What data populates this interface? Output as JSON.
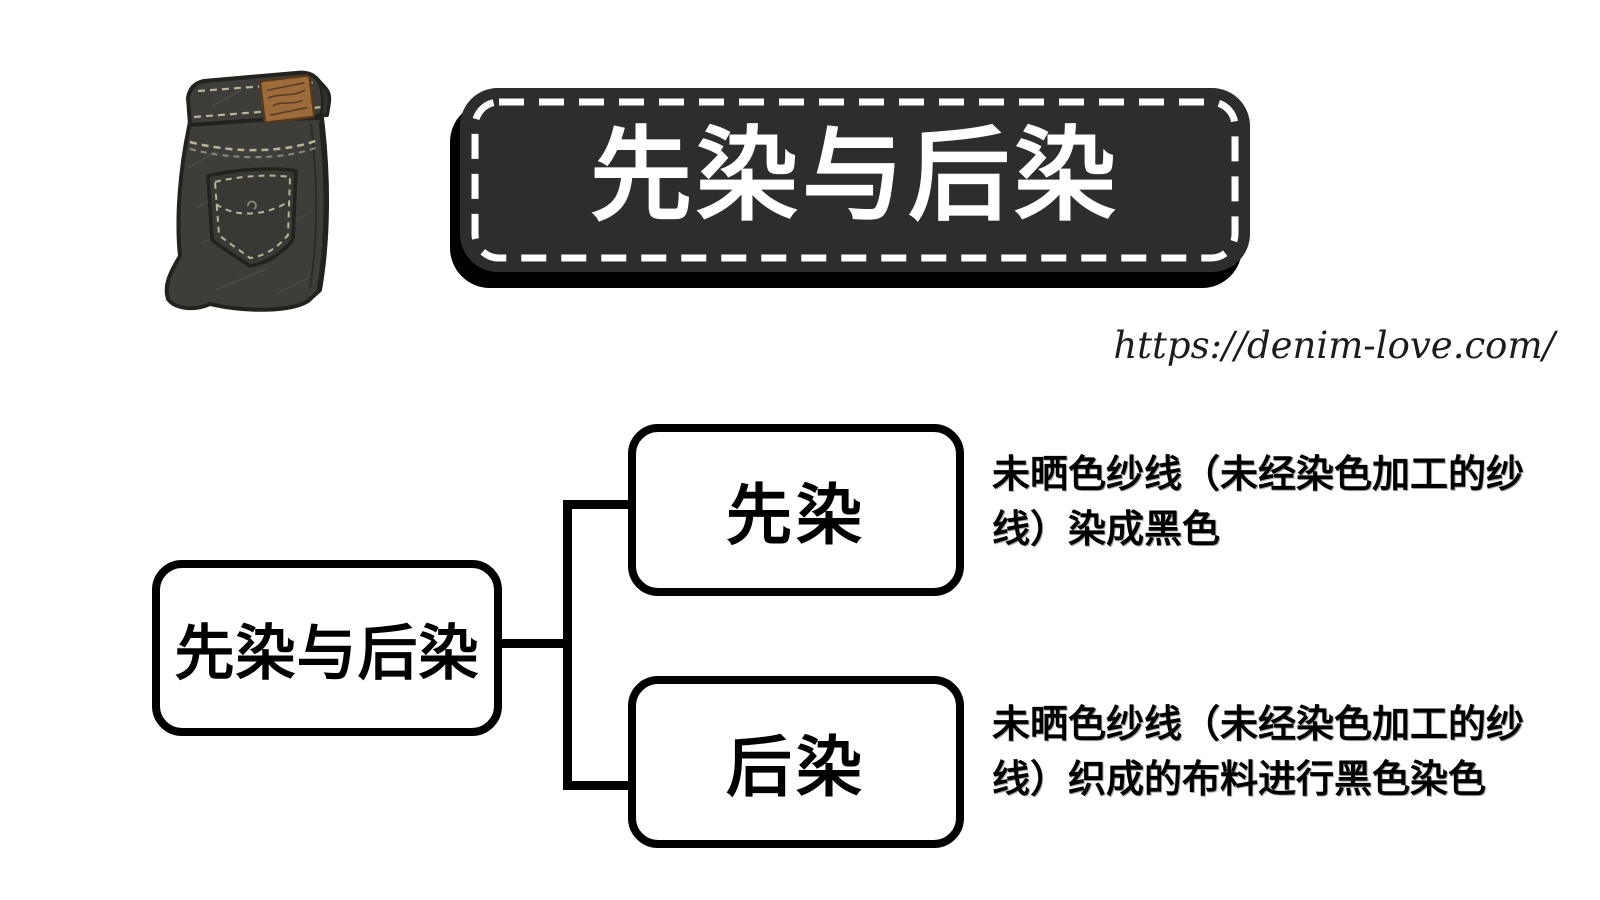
{
  "page": {
    "background": "#ffffff"
  },
  "header": {
    "title": "先染与后染",
    "banner_fill": "#2d2d2d",
    "banner_shadow": "#000000",
    "banner_dash_color": "#ffffff",
    "title_color": "#ffffff",
    "url": "https://denim-love.com/"
  },
  "illustration": {
    "name": "folded-black-jeans",
    "body_color": "#3e3d39",
    "outline_color": "#23221e",
    "stitch_color": "#b9b29c",
    "patch_color": "#9c6b3b"
  },
  "diagram": {
    "type": "mindmap",
    "line_color": "#000000",
    "node_fill": "#ffffff",
    "node_border": "#000000",
    "root": {
      "label": "先染与后染"
    },
    "children": [
      {
        "label": "先染",
        "description": "未晒色纱线（未经染色加工的纱线）染成黑色"
      },
      {
        "label": "后染",
        "description": "未晒色纱线（未经染色加工的纱线）织成的布料进行黑色染色"
      }
    ]
  }
}
